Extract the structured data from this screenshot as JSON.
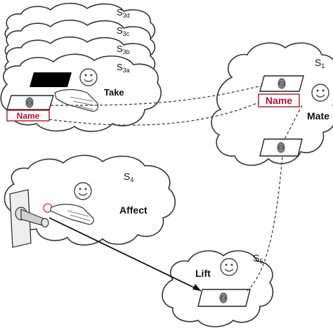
{
  "scenes": {
    "s3d": {
      "base": "S",
      "sub": "3d"
    },
    "s3c": {
      "base": "S",
      "sub": "3c"
    },
    "s3b": {
      "base": "S",
      "sub": "3b"
    },
    "s3a": {
      "base": "S",
      "sub": "3a"
    },
    "s1": {
      "base": "S",
      "sub": "1"
    },
    "s4": {
      "base": "S",
      "sub": "4"
    },
    "s5": {
      "base": "S",
      "sub": "5"
    }
  },
  "actions": {
    "take": "Take",
    "match": "Mate",
    "affect": "Affect",
    "lift": "Lift"
  },
  "cards": {
    "name_left": "Name",
    "name_right": "Name"
  },
  "colors": {
    "name_text": "#b3122a",
    "outline": "#333333",
    "door_plate": "#eeeeee"
  },
  "icons": [
    "smiley-face-icon",
    "fingerprint-icon",
    "hand-icon",
    "door-handle-icon"
  ]
}
